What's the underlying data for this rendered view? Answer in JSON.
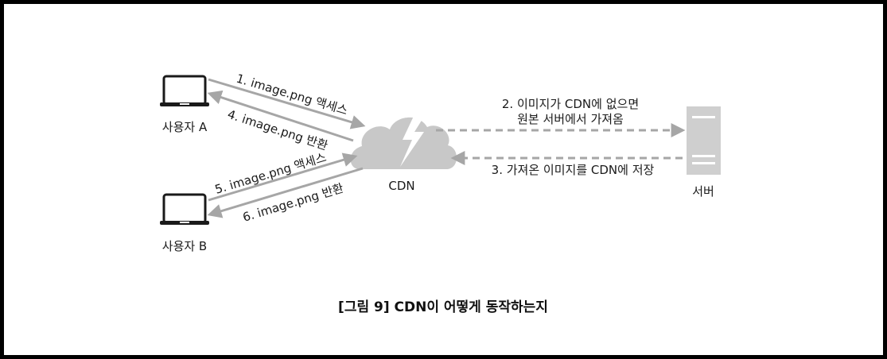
{
  "diagram": {
    "nodes": {
      "user_a": {
        "label": "사용자 A",
        "icon": "laptop-icon"
      },
      "user_b": {
        "label": "사용자 B",
        "icon": "laptop-icon"
      },
      "cdn": {
        "label": "CDN",
        "icon": "cloud-lightning-icon"
      },
      "server": {
        "label": "서버",
        "icon": "server-icon"
      }
    },
    "edges": {
      "a_access": "1. image.png 액세스",
      "a_return": "4. image.png 반환",
      "b_access": "5. image.png 액세스",
      "b_return": "6. image.png 반환",
      "cdn_to_server_line1": "2. 이미지가 CDN에 없으면",
      "cdn_to_server_line2": "원본 서버에서 가져옴",
      "server_to_cdn": "3. 가져온 이미지를 CDN에 저장"
    },
    "colors": {
      "arrow": "#a6a6a6",
      "cloud": "#c8c8c8",
      "icon_dark": "#1a1a1a",
      "server": "#cfcfcf"
    }
  },
  "caption": "[그림 9] CDN이 어떻게 동작하는지"
}
